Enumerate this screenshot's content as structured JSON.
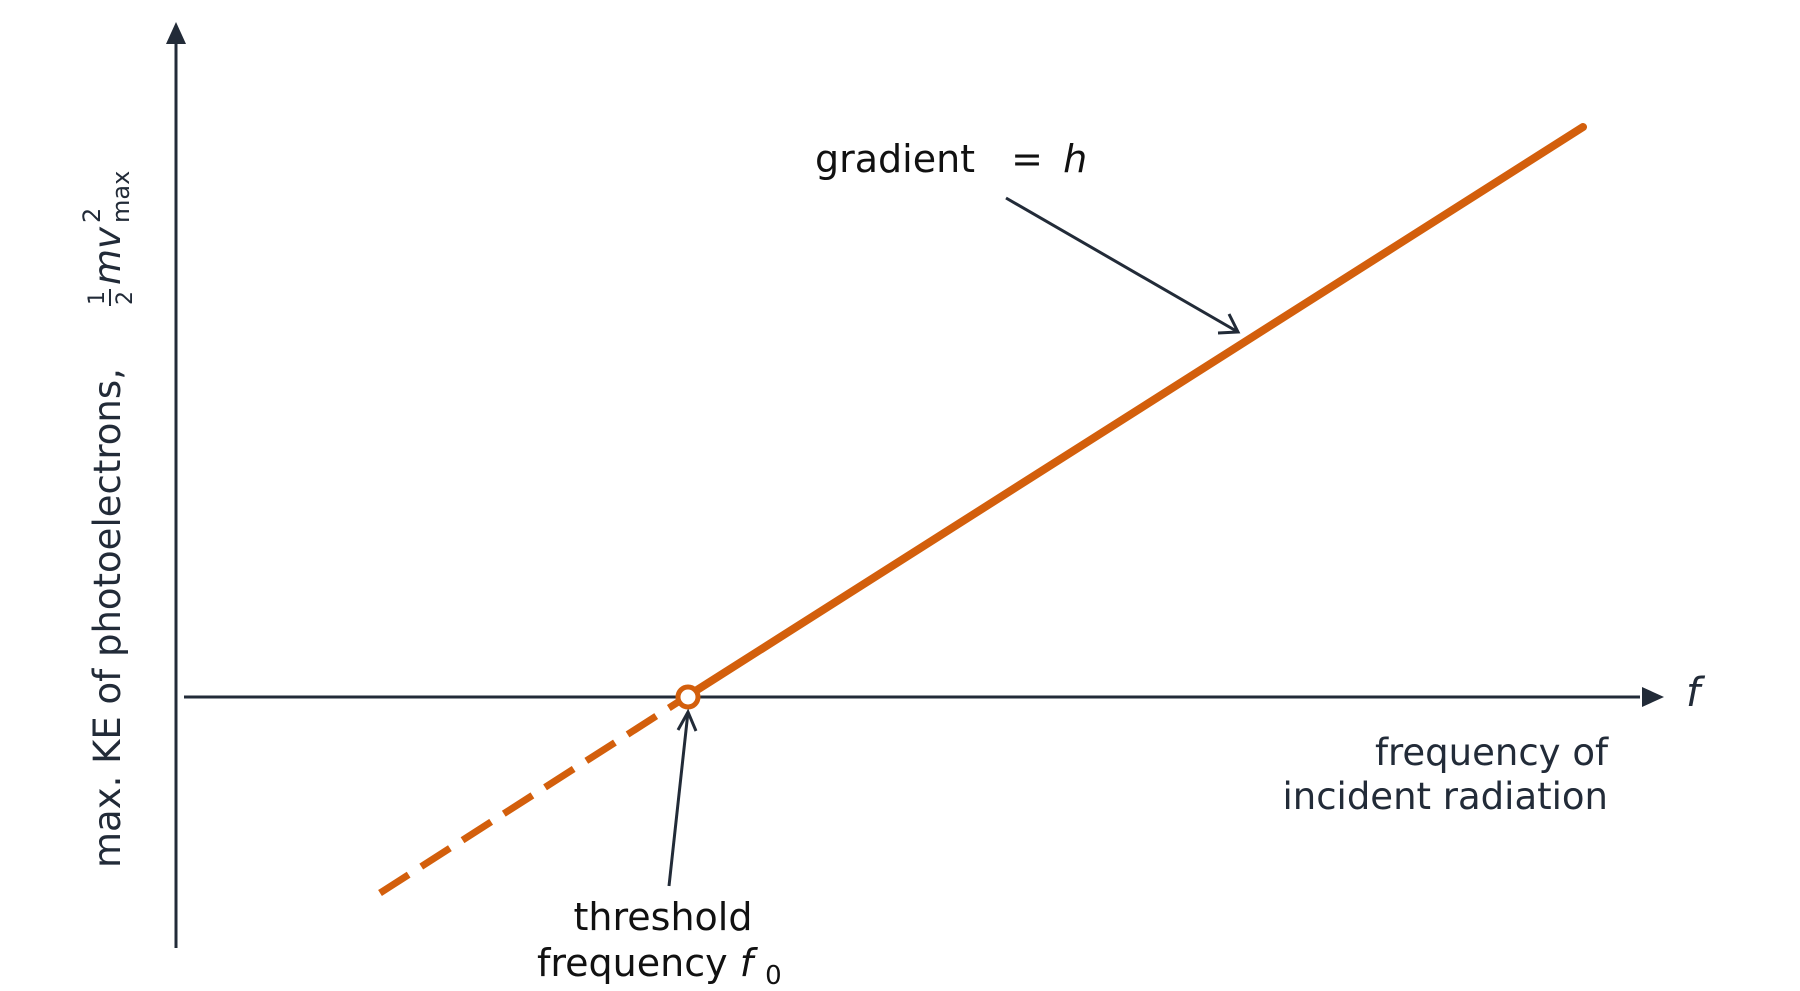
{
  "diagram": {
    "y_axis_label": {
      "prefix": "max. KE of photoelectrons, ",
      "frac_num": "1",
      "frac_den": "2",
      "var": "mv",
      "sup": "2",
      "sub": "max"
    },
    "x_axis_symbol": "f",
    "x_axis_caption": {
      "line1": "frequency of",
      "line2": "incident radiation"
    },
    "gradient_label": {
      "text": "gradient",
      "equals": "=",
      "var": "h"
    },
    "threshold_label": {
      "line1": "threshold",
      "line2": "frequency ",
      "var": "f",
      "sub": "0"
    },
    "colors": {
      "axis": "#222b38",
      "line": "#d35f0c",
      "text": "#222b38",
      "label_dark": "#111111"
    }
  }
}
